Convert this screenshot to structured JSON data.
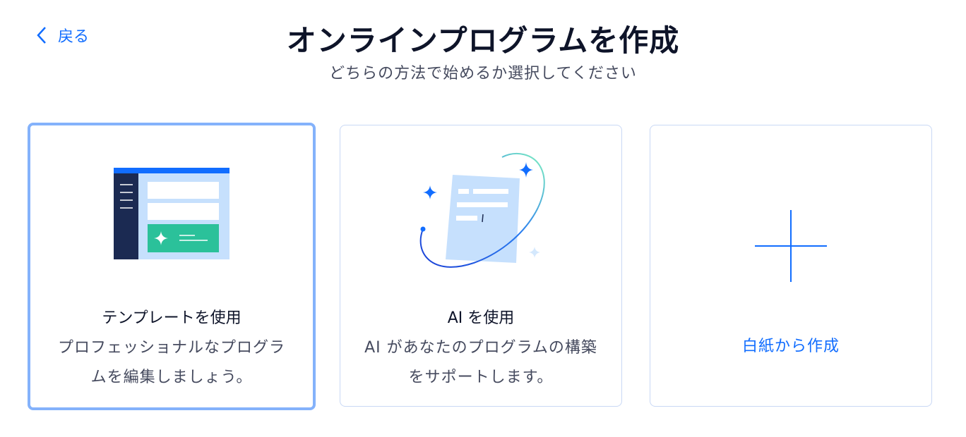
{
  "header": {
    "back_label": "戻る",
    "title": "オンラインプログラムを作成",
    "subtitle": "どちらの方法で始めるか選択してください"
  },
  "options": [
    {
      "id": "template",
      "title": "テンプレートを使用",
      "description": "プロフェッショナルなプログラムを編集しましょう。",
      "selected": true,
      "icon": "template-layout-illustration"
    },
    {
      "id": "ai",
      "title": "AI を使用",
      "description": "AI があなたのプログラムの構築をサポートします。",
      "selected": false,
      "icon": "ai-document-sparkle-illustration"
    },
    {
      "id": "blank",
      "link_label": "白紙から作成",
      "selected": false,
      "icon": "plus-icon"
    }
  ],
  "colors": {
    "accent": "#116dff",
    "selected_border": "#84b2fb",
    "card_border": "#c9d8f5",
    "title": "#0e1429",
    "secondary_text": "#454a5e",
    "navy": "#1b2a52",
    "light_blue": "#c6e0fd",
    "green": "#2bc19a"
  }
}
